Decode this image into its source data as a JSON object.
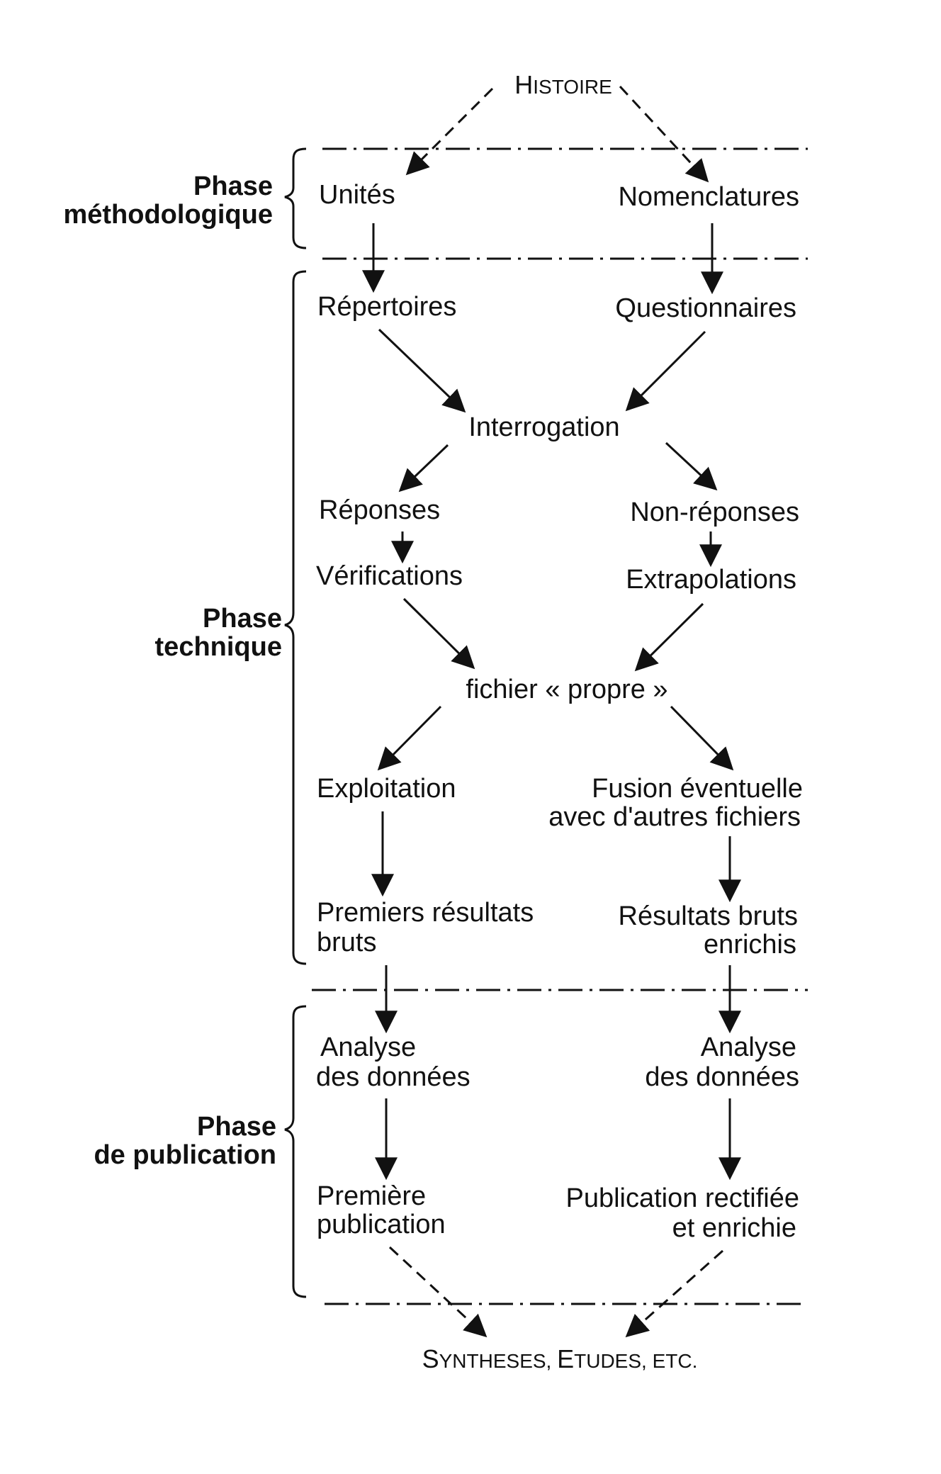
{
  "top": {
    "first": "H",
    "rest": "ISTOIRE"
  },
  "bottom": {
    "parts": [
      {
        "first": "S",
        "rest": "YNTHESES,"
      },
      {
        "first": "E",
        "rest": "TUDES,"
      },
      {
        "first": "",
        "rest": "ETC."
      }
    ]
  },
  "phases": {
    "methodologique": [
      "Phase",
      "méthodologique"
    ],
    "technique": [
      "Phase",
      "technique"
    ],
    "publication": [
      "Phase",
      "de publication"
    ]
  },
  "nodes": {
    "unites": "Unités",
    "nomenclatures": "Nomenclatures",
    "repertoires": "Répertoires",
    "questionnaires": "Questionnaires",
    "interrogation": "Interrogation",
    "reponses": "Réponses",
    "non_reponses": "Non-réponses",
    "verifications": "Vérifications",
    "extrapolations": "Extrapolations",
    "fichier_propre": "fichier « propre »",
    "exploitation": "Exploitation",
    "fusion": [
      "Fusion éventuelle",
      "avec d'autres fichiers"
    ],
    "premiers_resultats": [
      "Premiers résultats",
      "bruts"
    ],
    "resultats_enrichis": [
      "Résultats bruts",
      "enrichis"
    ],
    "analyse_left": [
      "Analyse",
      "des données"
    ],
    "analyse_right": [
      "Analyse",
      "des données"
    ],
    "premiere_publication": [
      "Première",
      "publication"
    ],
    "publication_rectifiee": [
      "Publication rectifiée",
      "et enrichie"
    ]
  }
}
